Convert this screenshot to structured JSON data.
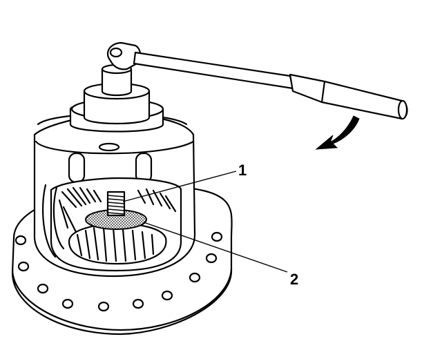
{
  "callouts": [
    {
      "number": "1",
      "target": "pinion-shaft-thread"
    },
    {
      "number": "2",
      "target": "side-gear-washer"
    }
  ],
  "colors": {
    "ink": "#000000",
    "background": "#ffffff",
    "stipple": "#9a9a9a"
  },
  "icons": [
    "rotation-arrow-icon"
  ]
}
